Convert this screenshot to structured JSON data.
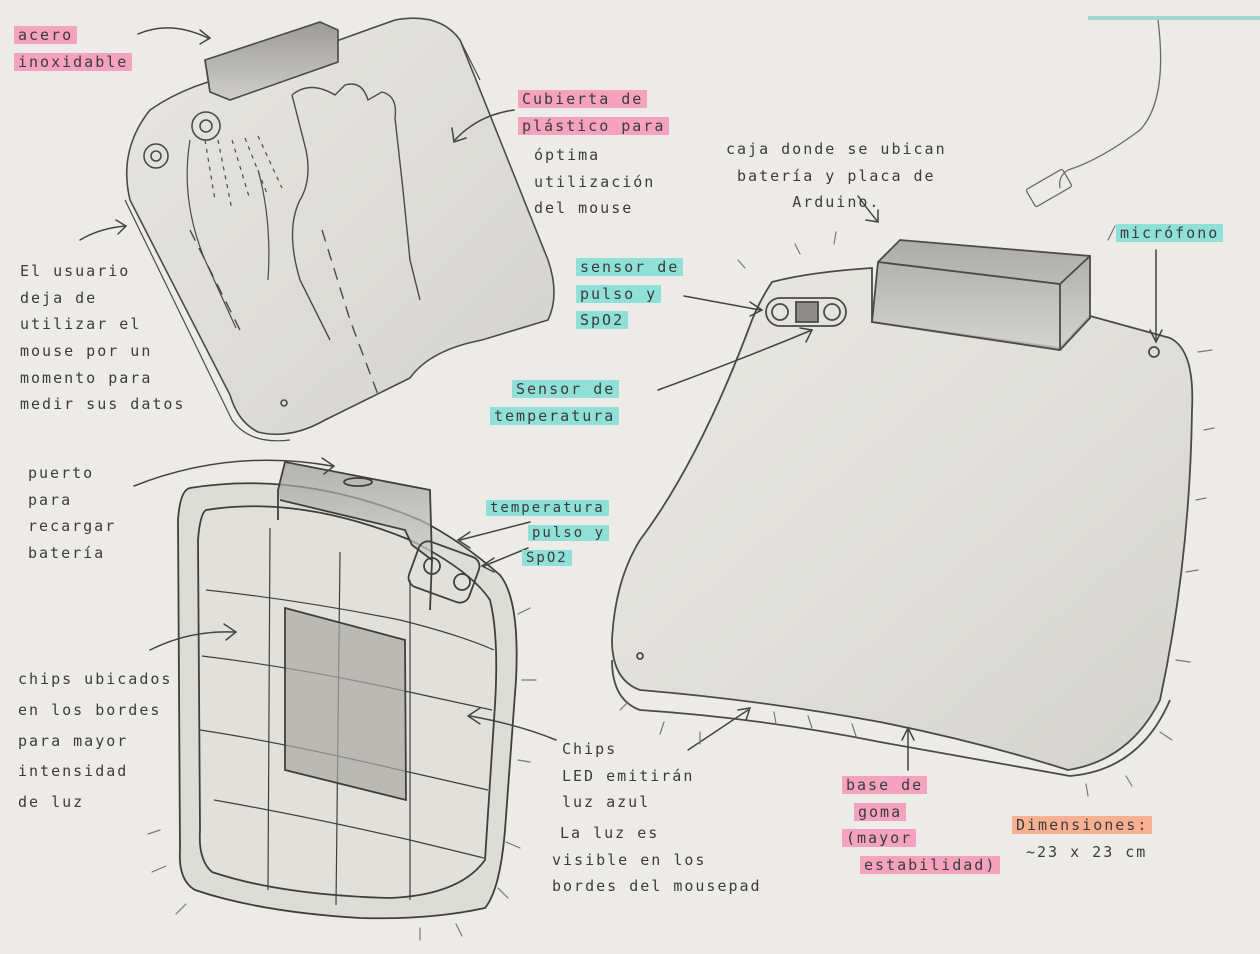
{
  "colors": {
    "paper": "#ecebe7",
    "pencil": "#4a4a4a",
    "highlight_pink": "#f5a2c1",
    "highlight_teal": "#8fe0d7",
    "highlight_orange": "#f7b092"
  },
  "annotations": {
    "acero": [
      "acero",
      "inoxidable"
    ],
    "cubierta": [
      "Cubierta de",
      "plástico para"
    ],
    "cubierta_desc": [
      "óptima",
      "utilización",
      "del mouse"
    ],
    "caja": [
      "caja donde se ubican",
      "batería y placa de",
      "Arduino."
    ],
    "microfono": "micrófono",
    "usuario": [
      "El usuario",
      "deja de",
      "utilizar el",
      "mouse por un",
      "momento para",
      "medir sus datos"
    ],
    "sensor_pulso": [
      "sensor de",
      "pulso y",
      "SpO2"
    ],
    "sensor_temp": [
      "Sensor de",
      "temperatura"
    ],
    "puerto": [
      "puerto",
      "para",
      "recargar",
      "batería"
    ],
    "temp_pulso": [
      "temperatura",
      "pulso y",
      "SpO2"
    ],
    "chips_bordes": [
      "chips ubicados",
      "en los bordes",
      "para mayor",
      "intensidad",
      "de luz"
    ],
    "chips_led": [
      "Chips",
      "LED emitirán",
      "luz azul"
    ],
    "luz_visible": [
      "La luz es",
      "visible en los",
      "bordes del mousepad"
    ],
    "base": [
      "base de",
      "goma",
      "(mayor",
      "estabilidad)"
    ],
    "dimensiones_label": "Dimensiones:",
    "dimensiones_value": "~23 x 23 cm"
  }
}
